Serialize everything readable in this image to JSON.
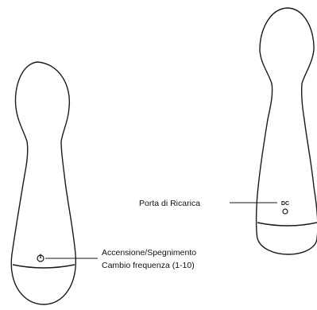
{
  "callouts": {
    "charging_port_label": "Porta di Ricarica",
    "power_label": "Accensione/Spegnimento",
    "frequency_label": "Cambio frequenza (1-10)",
    "dc_marking": "DC"
  },
  "icons": {
    "power": "power-icon",
    "charging_port": "charging-port-icon"
  },
  "colors": {
    "line": "#1a1a1a",
    "background": "#ffffff"
  }
}
